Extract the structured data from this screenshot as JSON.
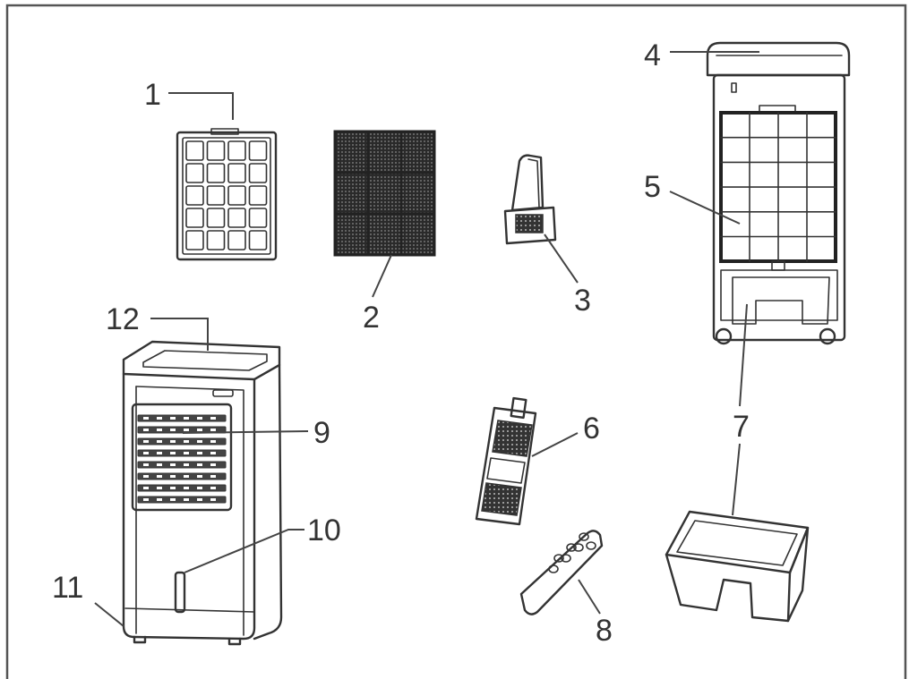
{
  "labels": {
    "air_filter": "1",
    "dust_filter": "2",
    "ice_box": "3",
    "top_lid": "4",
    "cooling_pad": "5",
    "water_pump": "6",
    "water_tank": "7",
    "remote_control": "8",
    "louvers": "9",
    "water_level_window": "10",
    "casters": "11",
    "control_panel": "12"
  }
}
